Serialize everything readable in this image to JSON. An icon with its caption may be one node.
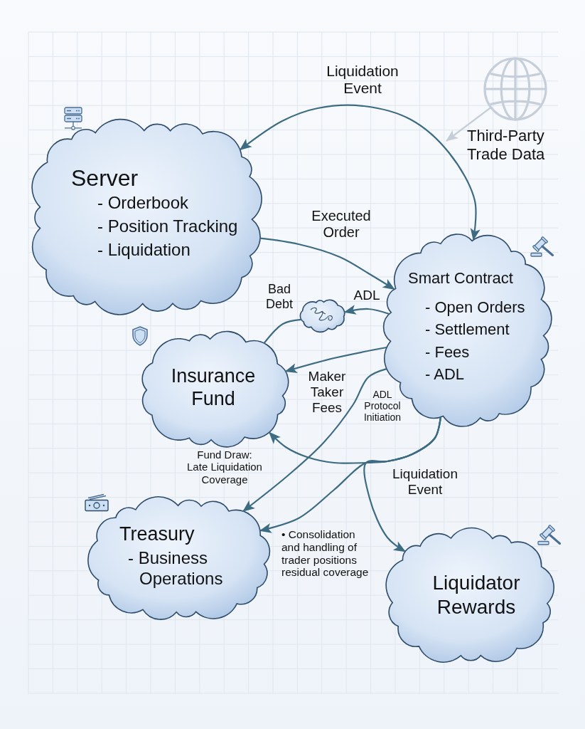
{
  "diagram": {
    "nodes": [
      {
        "text": [
          "Server",
          "- Orderbook",
          "- Position Tracking",
          "- Liquidation"
        ]
      },
      {
        "text": [],
        "shape": "picture",
        "beside": [
          "Third-Party Trade Data"
        ]
      },
      {
        "text": [
          "Smart Contract",
          "- Open Orders",
          "- Settlement",
          "- Fees",
          "- ADL"
        ]
      },
      {
        "text": [],
        "shape": "cloud"
      },
      {
        "text": [
          "Insurance Fund"
        ]
      },
      {
        "text": [
          "Treasury",
          "- Business Operations"
        ]
      },
      {
        "text": [
          "Liquidator Rewards"
        ]
      }
    ],
    "edges": [
      {
        "from": 2,
        "to": 0,
        "arrow": "both",
        "label": "Liquidation Event"
      },
      {
        "from": 0,
        "to": 2,
        "arrow": "to",
        "label": "Executed Order"
      },
      {
        "from": 2,
        "to": 3,
        "arrow": "to",
        "label": "ADL"
      },
      {
        "from": 3,
        "to": 4,
        "arrow": "none",
        "label": "Bad Debt"
      },
      {
        "from": 2,
        "to": 4,
        "arrow": "to",
        "label": "Maker Taker Fees"
      },
      {
        "from": 2,
        "to": 5,
        "arrow": "to",
        "label": "ADL Protocol Initiation"
      },
      {
        "from": 2,
        "to": 4,
        "arrow": "to",
        "label": "Fund Draw: Late Liquidation Coverage"
      },
      {
        "from": 2,
        "to": 5,
        "arrow": "to",
        "label": "• Consolidation and handling of trader positions residual coverage"
      },
      {
        "from": 2,
        "to": 6,
        "arrow": "to",
        "label": "Liquidation Event"
      },
      {
        "from": 1,
        "to": null,
        "arrow": "to",
        "color": "#c5cdd8"
      }
    ]
  }
}
